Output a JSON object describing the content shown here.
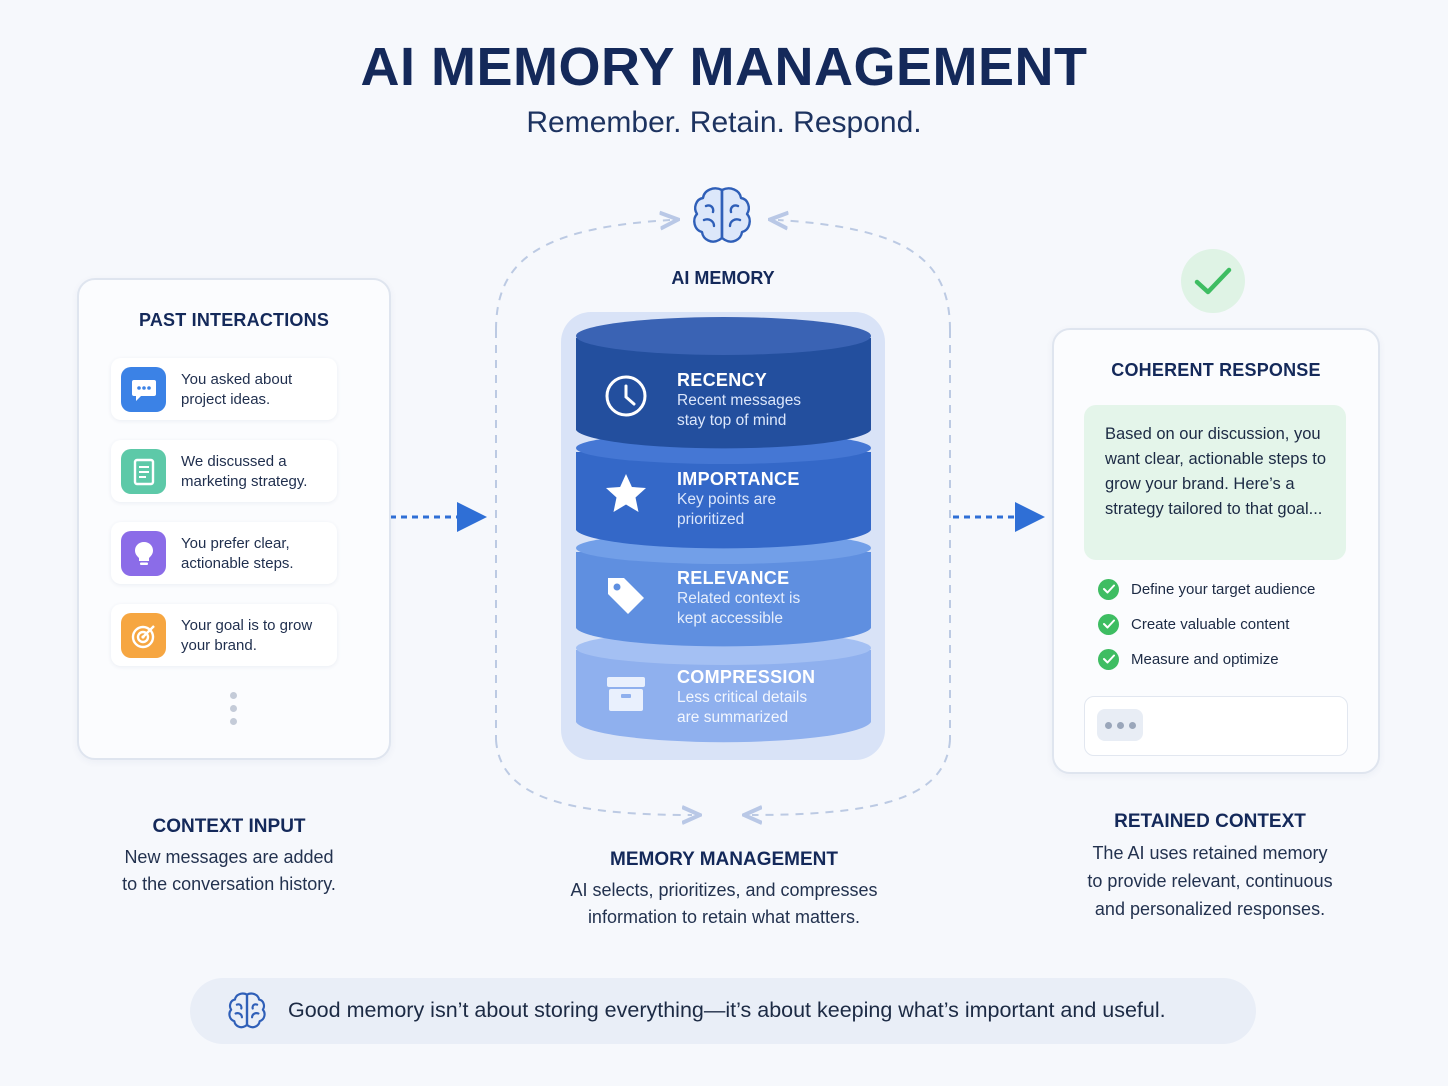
{
  "header": {
    "title": "AI MEMORY MANAGEMENT",
    "subtitle": "Remember. Retain. Respond."
  },
  "past_interactions": {
    "title": "PAST INTERACTIONS",
    "items": [
      {
        "text": "You asked about project ideas.",
        "icon": "chat-bubble-icon",
        "color": "#3b82e6"
      },
      {
        "text": "We discussed a marketing strategy.",
        "icon": "document-icon",
        "color": "#5dc9a8"
      },
      {
        "text": "You prefer clear, actionable steps.",
        "icon": "lightbulb-icon",
        "color": "#8b6ce8"
      },
      {
        "text": "Your goal is to grow your brand.",
        "icon": "target-icon",
        "color": "#f6a641"
      }
    ]
  },
  "ai_memory": {
    "label": "AI MEMORY",
    "icon": "brain-icon",
    "layers": [
      {
        "title": "RECENCY",
        "desc1": "Recent messages",
        "desc2": "stay top of mind",
        "icon": "clock-icon",
        "color": "#234f9e"
      },
      {
        "title": "IMPORTANCE",
        "desc1": "Key points are",
        "desc2": "prioritized",
        "icon": "star-icon",
        "color": "#3468c8"
      },
      {
        "title": "RELEVANCE",
        "desc1": "Related context is",
        "desc2": "kept accessible",
        "icon": "tag-icon",
        "color": "#5f8fe0"
      },
      {
        "title": "COMPRESSION",
        "desc1": "Less critical details",
        "desc2": "are summarized",
        "icon": "archive-box-icon",
        "color": "#8fb0ee"
      }
    ]
  },
  "coherent_response": {
    "title": "COHERENT RESPONSE",
    "message": "Based on our discussion, you want clear, actionable steps to grow your brand. Here’s a strategy tailored to that goal...",
    "checklist": [
      "Define your target audience",
      "Create valuable content",
      "Measure and optimize"
    ]
  },
  "captions": {
    "context_input": {
      "title": "CONTEXT INPUT",
      "line1": "New messages are added",
      "line2": "to the conversation history."
    },
    "memory_management": {
      "title": "MEMORY MANAGEMENT",
      "line1": "AI selects, prioritizes, and compresses",
      "line2": "information to retain what matters."
    },
    "retained_context": {
      "title": "RETAINED CONTEXT",
      "line1": "The AI uses retained memory",
      "line2": "to provide relevant, continuous",
      "line3": "and personalized responses."
    }
  },
  "footer": {
    "text": "Good memory isn’t about storing everything—it’s about keeping what’s important and useful.",
    "icon": "brain-icon"
  },
  "colors": {
    "title": "#14295a",
    "accent_blue": "#2f6fd6",
    "success_green": "#3ebd62"
  }
}
